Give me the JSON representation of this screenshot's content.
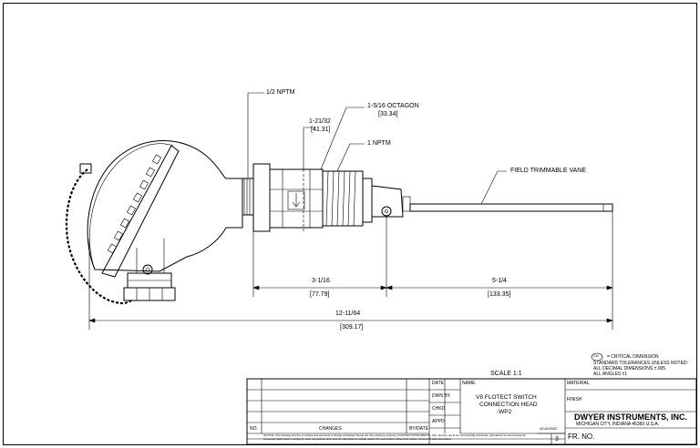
{
  "dimensions": {
    "half_nptm": "1/2 NPTM",
    "octagon": "1-5/16 OCTAGON",
    "octagon_mm": "[33.34]",
    "hex": "1-21/32",
    "hex_mm": "[41.31]",
    "one_nptm": "1 NPTM",
    "vane": "FIELD TRIMMABLE VANE",
    "len_a": "3-1/16",
    "len_a_mm": "[77.79]",
    "len_b": "5-1/4",
    "len_b_mm": "[133.35]",
    "overall": "12-11/64",
    "overall_mm": "[309.17]"
  },
  "notes": {
    "critical_symbol": "CD",
    "critical": "= CRITICAL DIMENSION",
    "tol_1": "STANDARD TOLERANCES UNLESS NOTED:",
    "tol_2": "ALL DECIMAL DIMENSIONS ±.005",
    "tol_3": "ALL ANGLES ±1"
  },
  "title_block": {
    "scale": "SCALE   1:1",
    "date": "DATE",
    "name": "NAME",
    "dwn_by": "DWN BY",
    "chkd": "CHKD",
    "appd": "APPD",
    "part_title_1": "V8 FLOTECT SWITCH",
    "part_title_2": "CONNECTION HEAD",
    "part_title_3": "-WP2",
    "material": "MATERIAL",
    "finish": "FINISH",
    "company": "DWYER INSTRUMENTS, INC.",
    "address": "MICHIGAN CITY, INDIANA 46360   U.S.A.",
    "drawing_no": "ACA02002",
    "sheet": "3",
    "fr_no": "FR.  NO.",
    "no_col": "NO.",
    "changes_col": "CHANGES",
    "by_date_col": "BY/DATE",
    "notice": "NOTICE: This drawing and the principles and elements of design embodied therein are the exclusive property of DWYER INSTRUMENTS, INC. and are not to be commercially disclosed, reproduced or used except as previously authorized in writing by such corporation and must be submitted to outside parties for examination without the written consent of said corporation."
  }
}
